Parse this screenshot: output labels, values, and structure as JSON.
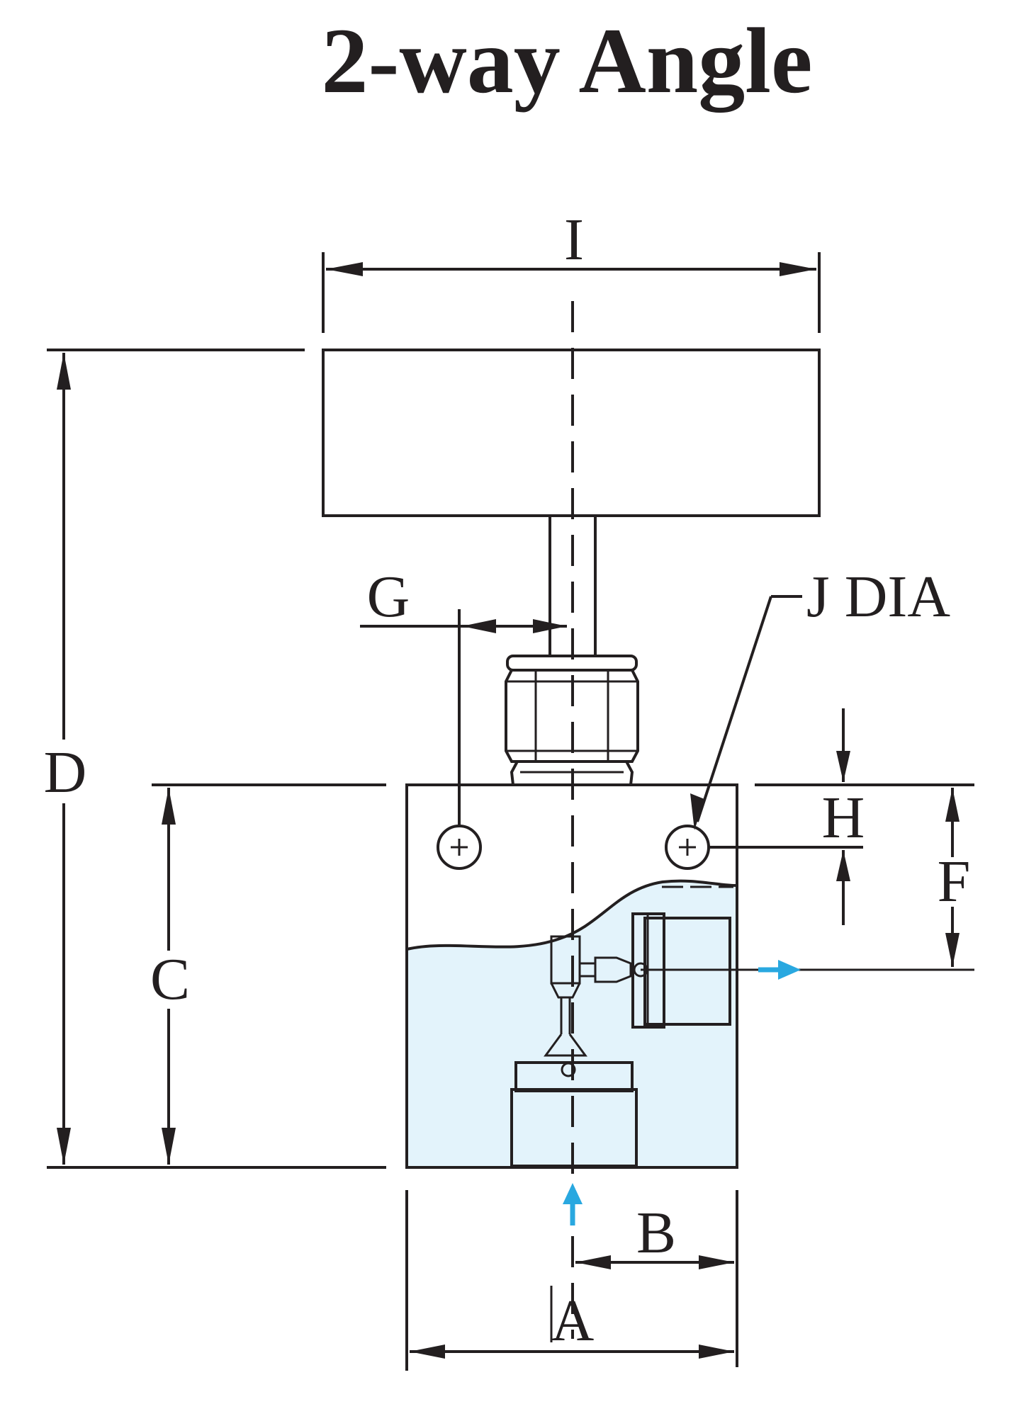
{
  "title": "2-way Angle",
  "labels": {
    "A": "A",
    "B": "B",
    "C": "C",
    "D": "D",
    "F": "F",
    "G": "G",
    "H": "H",
    "I": "I",
    "J": "J DIA"
  },
  "colors": {
    "line": "#231f20",
    "fluid": "#e3f3fb",
    "flow_arrow": "#29a8e0"
  }
}
